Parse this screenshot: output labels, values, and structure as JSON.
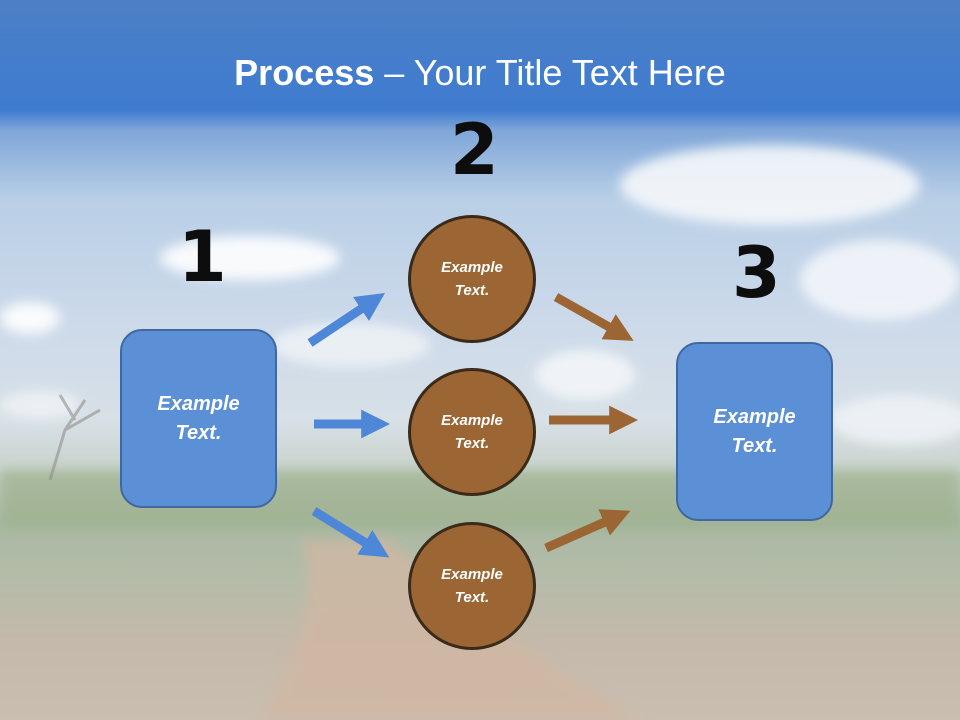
{
  "title": {
    "bold": "Process",
    "rest": " – Your Title Text Here"
  },
  "steps": [
    {
      "number": "1",
      "text": "Example\nText."
    },
    {
      "number": "2",
      "text": "Example\nText."
    },
    {
      "number": "3",
      "text": "Example\nText."
    }
  ],
  "circles": [
    {
      "text": "Example\nText."
    },
    {
      "text": "Example\nText."
    },
    {
      "text": "Example\nText."
    }
  ],
  "colors": {
    "title_bar": "#3f7bd0",
    "box_fill": "#5b8fd6",
    "circle_fill": "#9b6633",
    "arrow_blue": "#4f87d8",
    "arrow_brown": "#9b6633"
  }
}
